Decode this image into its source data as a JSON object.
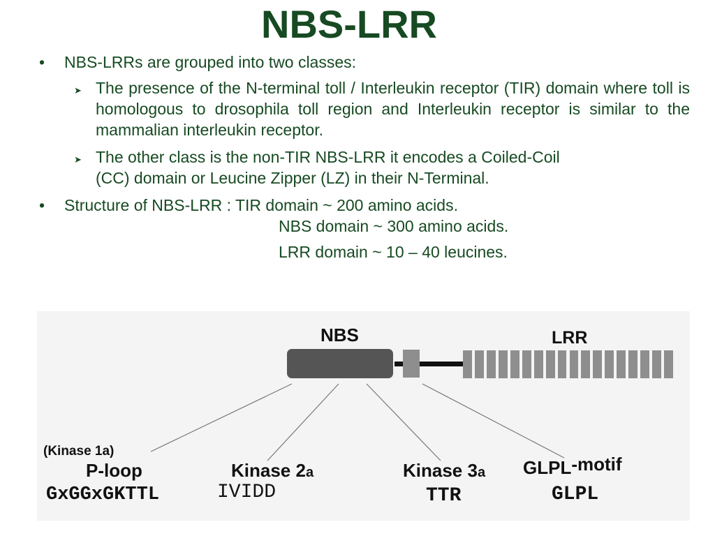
{
  "slide": {
    "title": "NBS-LRR",
    "bullets": {
      "b1": "NBS-LRRs are grouped into two classes:",
      "s1": "The presence of the N-terminal toll / Interleukin receptor (TIR) domain where toll is homologous to drosophila toll region and Interleukin receptor is similar to the mammalian interleukin receptor.",
      "s2_line1": "The other class is the non-TIR NBS-LRR it encodes a Coiled-Coil",
      "s2_line2": "(CC) domain or Leucine Zipper (LZ) in their  N-Terminal.",
      "b2_line1": "Structure of NBS-LRR : TIR domain   ~ 200 amino acids.",
      "b2_line2": "NBS domain ~ 300 amino acids.",
      "b2_line3": "LRR domain ~ 10 – 40 leucines."
    }
  },
  "figure": {
    "nbs_label": "NBS",
    "lrr_label": "LRR",
    "kinase1a": "(Kinase 1a)",
    "ploop": "P-loop",
    "ploop_seq": "GxGGxGKTTL",
    "kinase2_main": "Kinase 2",
    "kinase2_sub": "a",
    "kinase2_seq": "IVIDD",
    "kinase3_main": "Kinase 3",
    "kinase3_sub": "a",
    "kinase3_seq": "TTR",
    "glpl_main": "GLPL",
    "glpl_suffix": "-motif",
    "glpl_seq": "GLPL",
    "lrr_repeat_count": 18
  }
}
